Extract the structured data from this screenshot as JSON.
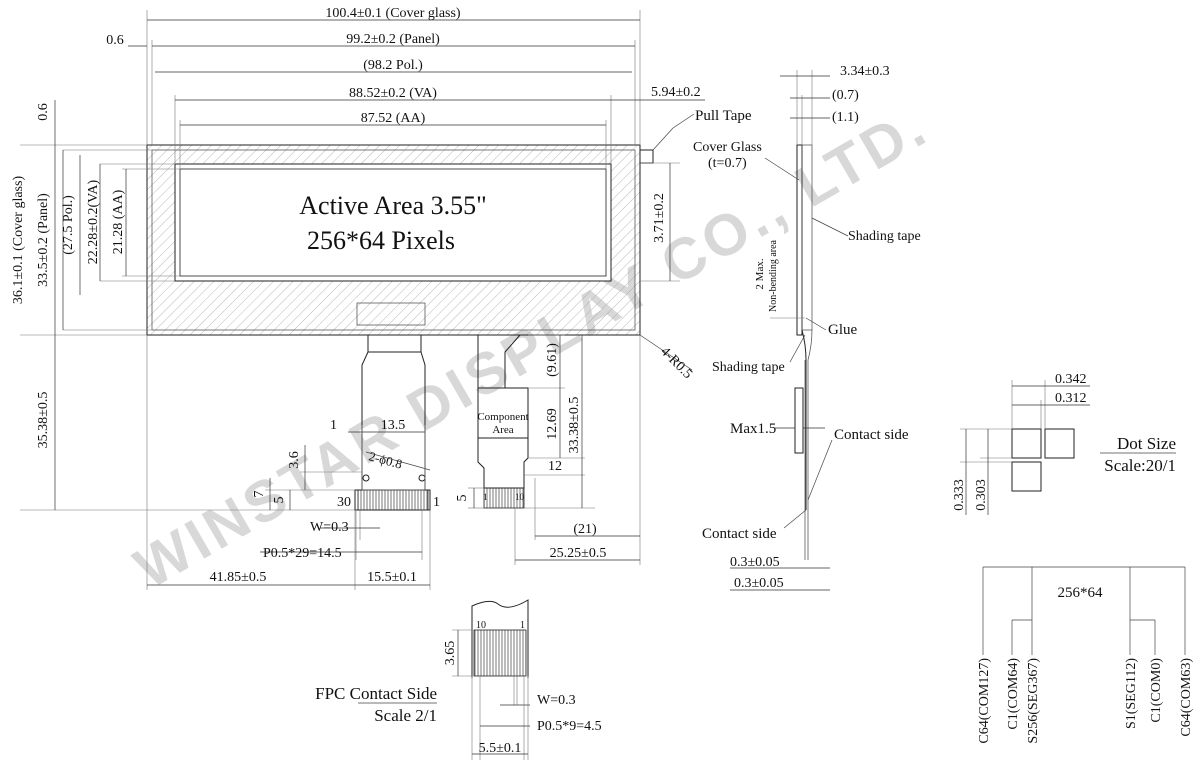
{
  "front_view": {
    "dims_top": {
      "cover_glass_width": "100.4±0.1 (Cover glass)",
      "offset_left": "0.6",
      "panel_width": "99.2±0.2 (Panel)",
      "pol_width": "(98.2 Pol.)",
      "va_width": "88.52±0.2 (VA)",
      "aa_width": "87.52 (AA)",
      "offset_right": "5.94±0.2"
    },
    "pull_tape_label": "Pull Tape",
    "dims_left": {
      "offset_top": "0.6",
      "cover_glass_height": "36.1±0.1 (Cover glass)",
      "panel_height": "33.5±0.2 (Panel)",
      "pol_height": "(27.5 Pol.)",
      "va_height": "22.28±0.2(VA)",
      "aa_height": "21.28 (AA)",
      "fpc_length": "35.38±0.5"
    },
    "dim_right_offset": "3.71±0.2",
    "corner_radius": "4-R0.5",
    "active_area_line1": "Active Area 3.55\"",
    "active_area_line2": "256*64 Pixels"
  },
  "fpc_detail": {
    "dim_1": "1",
    "dim_13_5": "13.5",
    "hole_label": "2-ϕ0.8",
    "dim_3_6": "3.6",
    "dim_7": "7",
    "dim_5": "5",
    "pin_30": "30",
    "pin_1": "1",
    "w_pitch": "W=0.3",
    "pitch_total": "P0.5*29=14.5",
    "dim_41_85": "41.85±0.5",
    "dim_15_5": "15.5±0.1"
  },
  "component": {
    "area_line1": "Component",
    "area_line2": "Area",
    "dim_9_61": "(9.61)",
    "dim_12_69": "12.69",
    "dim_33_38": "33.38±0.5",
    "dim_12": "12",
    "dim_5": "5",
    "pin_1": "1",
    "pin_10": "10",
    "dim_21": "(21)",
    "dim_25_25": "25.25±0.5"
  },
  "side_view": {
    "dim_3_34": "3.34±0.3",
    "dim_0_7": "(0.7)",
    "dim_1_1": "(1.1)",
    "cover_glass_line1": "Cover Glass",
    "cover_glass_line2": "(t=0.7)",
    "shading_tape_top": "Shading tape",
    "max_2_line1": "2 Max.",
    "max_2_line2": "Non-bending area",
    "glue": "Glue",
    "shading_tape_bottom": "Shading tape",
    "max_1_5": "Max1.5",
    "contact_side_right": "Contact side",
    "contact_side_left": "Contact side",
    "dim_0_3_a": "0.3±0.05",
    "dim_0_3_b": "0.3±0.05"
  },
  "dot": {
    "dim_0_342": "0.342",
    "dim_0_312": "0.312",
    "dim_0_333": "0.333",
    "dim_0_303": "0.303",
    "title": "Dot Size",
    "scale": "Scale:20/1"
  },
  "matrix": {
    "title": "256*64",
    "labels": [
      "C64(COM127)",
      "C1(COM64)",
      "S256(SEG367)",
      "S1(SEG112)",
      "C1(COM0)",
      "C64(COM63)"
    ]
  },
  "fpc_contact": {
    "pin_10": "10",
    "pin_1": "1",
    "dim_3_65": "3.65",
    "title": "FPC Contact Side",
    "scale": "Scale 2/1",
    "w_pitch": "W=0.3",
    "pitch_total": "P0.5*9=4.5",
    "dim_5_5": "5.5±0.1"
  },
  "watermark": "WINSTAR DISPLAY CO., LTD."
}
